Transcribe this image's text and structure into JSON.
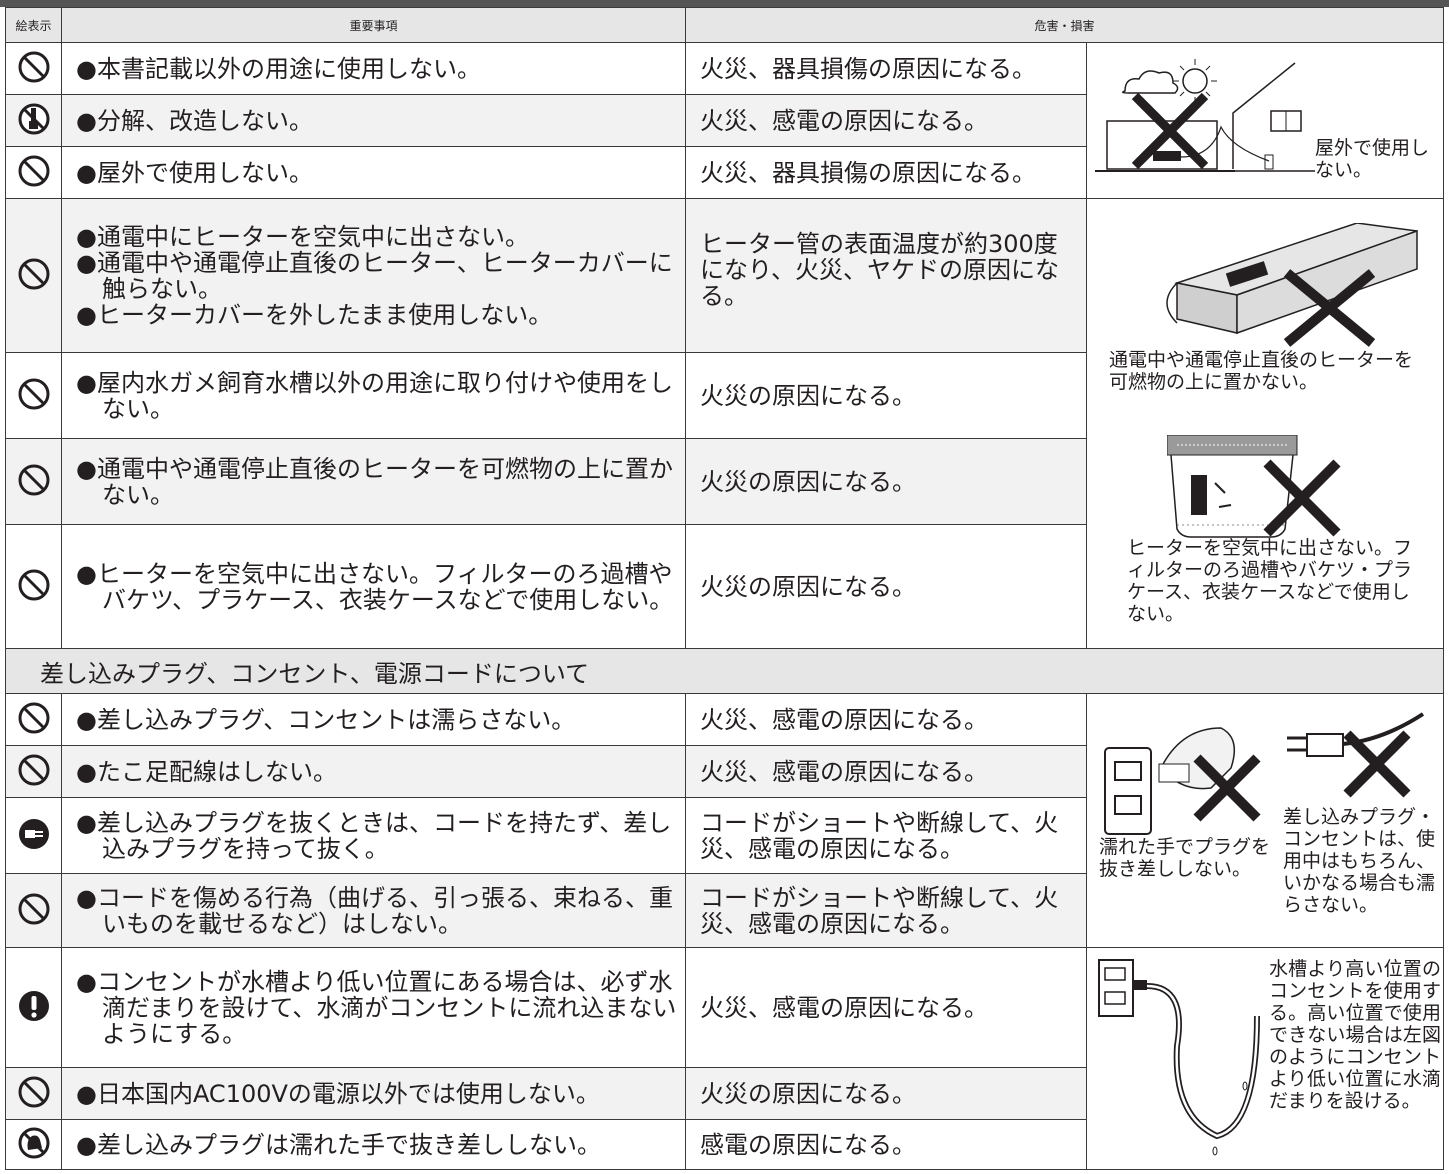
{
  "header": {
    "col_icon": "絵表示",
    "col_item": "重要事項",
    "col_hazard": "危害・損害"
  },
  "rows": [
    {
      "icon": "prohibited-icon",
      "item": [
        "●本書記載以外の用途に使用しない。"
      ],
      "hazard": "火災、器具損傷の原因になる。"
    },
    {
      "icon": "no-disassembly-icon",
      "item": [
        "●分解、改造しない。"
      ],
      "hazard": "火災、感電の原因になる。"
    },
    {
      "icon": "prohibited-icon",
      "item": [
        "●屋外で使用しない。"
      ],
      "hazard": "火災、器具損傷の原因になる。"
    },
    {
      "icon": "prohibited-icon",
      "item": [
        "●通電中にヒーターを空気中に出さない。",
        "●通電中や通電停止直後のヒーター、ヒーターカバーに触らない。",
        "●ヒーターカバーを外したまま使用しない。"
      ],
      "hazard": "ヒーター管の表面温度が約300度になり、火災、ヤケドの原因になる。"
    },
    {
      "icon": "prohibited-icon",
      "item": [
        "●屋内水ガメ飼育水槽以外の用途に取り付けや使用をしない。"
      ],
      "hazard": "火災の原因になる。"
    },
    {
      "icon": "prohibited-icon",
      "item": [
        "●通電中や通電停止直後のヒーターを可燃物の上に置かない。"
      ],
      "hazard": "火災の原因になる。"
    },
    {
      "icon": "prohibited-icon",
      "item": [
        "●ヒーターを空気中に出さない。フィルターのろ過槽やバケツ、プラケース、衣装ケースなどで使用しない。"
      ],
      "hazard": "火災の原因になる。"
    }
  ],
  "section_title": "差し込みプラグ、コンセント、電源コードについて",
  "rows2": [
    {
      "icon": "prohibited-icon",
      "item": [
        "●差し込みプラグ、コンセントは濡らさない。"
      ],
      "hazard": "火災、感電の原因になる。"
    },
    {
      "icon": "prohibited-icon",
      "item": [
        "●たこ足配線はしない。"
      ],
      "hazard": "火災、感電の原因になる。"
    },
    {
      "icon": "unplug-icon",
      "item": [
        "●差し込みプラグを抜くときは、コードを持たず、差し込みプラグを持って抜く。"
      ],
      "hazard": "コードがショートや断線して、火災、感電の原因になる。"
    },
    {
      "icon": "prohibited-icon",
      "item": [
        "●コードを傷める行為（曲げる、引っ張る、束ねる、重いものを載せるなど）はしない。"
      ],
      "hazard": "コードがショートや断線して、火災、感電の原因になる。"
    },
    {
      "icon": "mandatory-icon",
      "item": [
        "●コンセントが水槽より低い位置にある場合は、必ず水滴だまりを設けて、水滴がコンセントに流れ込まないようにする。"
      ],
      "hazard": "火災、感電の原因になる。"
    },
    {
      "icon": "prohibited-icon",
      "item": [
        "●日本国内AC100Vの電源以外では使用しない。"
      ],
      "hazard": "火災の原因になる。"
    },
    {
      "icon": "no-wet-hands-icon",
      "item": [
        "●差し込みプラグは濡れた手で抜き差ししない。"
      ],
      "hazard": "感電の原因になる。"
    }
  ],
  "illustrations": {
    "outdoor_caption": "屋外で使用しない。",
    "heater_caption": "通電中や通電停止直後のヒーターを可燃物の上に置かない。",
    "air_caption": "ヒーターを空気中に出さない。フィルターのろ過槽やバケツ・プラケース、衣装ケースなどで使用しない。",
    "wet_hand_caption": "濡れた手でプラグを抜き差ししない。",
    "plug_wet_caption": "差し込みプラグ・コンセントは、使用中はもちろん、いかなる場合も濡らさない。",
    "outlet_caption": "水槽より高い位置のコンセントを使用する。高い位置で使用できない場合は左図のようにコンセントより低い位置に水滴だまりを設ける。"
  }
}
